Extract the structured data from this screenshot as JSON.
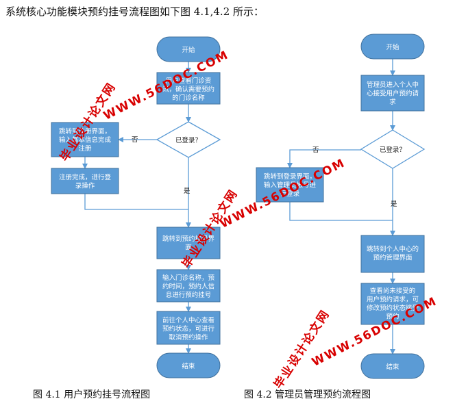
{
  "intro_text": "系统核心功能模块预约挂号流程图如下图 4.1,4.2 所示：",
  "colors": {
    "node_fill": "#5b9bd5",
    "node_stroke": "#41719c",
    "arrow": "#5b9bd5",
    "watermark": "#d80000"
  },
  "flow1": {
    "caption": "图 4.1 用户预约挂号流程图",
    "start": "开始",
    "view_info": [
      "用户查看门诊资",
      "讯，确认需要预约",
      "的门诊名称"
    ],
    "login_check": "已登录？",
    "no_label": "否",
    "yes_label": "是",
    "register": [
      "跳转到注册界面，",
      "输入基本信息完成",
      "注册"
    ],
    "register_done": [
      "注册完成，进行登",
      "录操作"
    ],
    "jump_reg": [
      "跳转到预约挂号界",
      "面"
    ],
    "input_info": [
      "输入门诊名称，预",
      "约时间，预约人信",
      "息进行预约挂号"
    ],
    "goto_center": [
      "前往个人中心查看",
      "预约状态，可进行",
      "取消预约操作"
    ],
    "end": "结束"
  },
  "flow2": {
    "caption": "图 4.2 管理员管理预约流程图",
    "start": "开始",
    "enter_center": [
      "管理员进入个人中",
      "心接受用户预约请",
      "求"
    ],
    "login_check": "已登录？",
    "no_label": "否",
    "yes_label": "是",
    "login_page": [
      "跳转到登录界面，",
      "输入管理员帐号进",
      "行登录"
    ],
    "jump_manage": [
      "跳转到个人中心的",
      "预约管理界面"
    ],
    "view_requests": [
      "查看尚未接受的",
      "用户预约请求，可",
      "修改预约状态接受",
      "预约"
    ],
    "end": "结束"
  },
  "watermarks": {
    "site": "WWW.56DOC.COM",
    "cn": "毕业设计论文网"
  }
}
